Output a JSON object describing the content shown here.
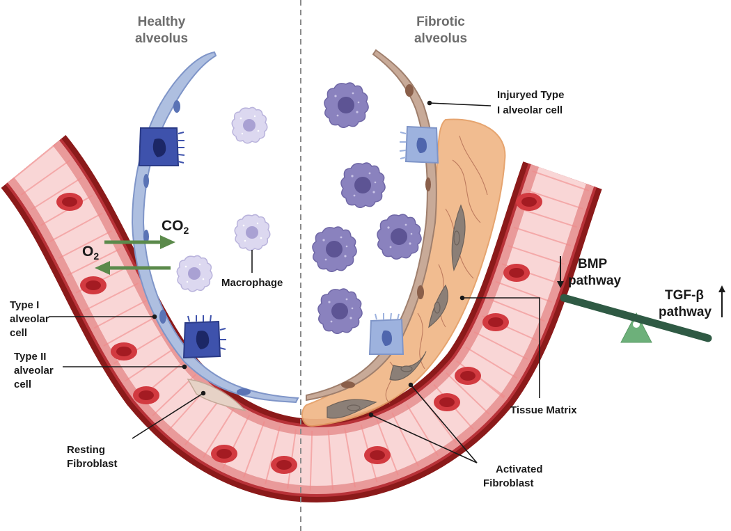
{
  "headers": {
    "healthy_line1": "Healthy",
    "healthy_line2": "alveolus",
    "fibrotic_line1": "Fibrotic",
    "fibrotic_line2": "alveolus"
  },
  "gases": {
    "co2": "CO",
    "co2_sub": "2",
    "o2": "O",
    "o2_sub": "2"
  },
  "labels": {
    "macrophage": "Macrophage",
    "type1_line1": "Type I",
    "type1_line2": "alveolar",
    "type1_line3": "cell",
    "type2_line1": "Type II",
    "type2_line2": "alveolar",
    "type2_line3": "cell",
    "resting_line1": "Resting",
    "resting_line2": "Fibroblast",
    "injured_line1": "Injuryed Type",
    "injured_line2": "I alveolar cell",
    "tissue_matrix": "Tissue Matrix",
    "activated_line1": "Activated",
    "activated_line2": "Fibroblast"
  },
  "balance": {
    "bmp_line1": "BMP",
    "bmp_line2": "pathway",
    "tgf_line1": "TGF-β",
    "tgf_line2": "pathway",
    "bmp_direction": "down",
    "tgf_direction": "up"
  },
  "colors": {
    "vessel_wall": "#8b1a1a",
    "vessel_lumen": "#f7cccc",
    "rbc": "#c62830",
    "type1_cell": "#aebfe0",
    "type2_cell": "#3a4fa8",
    "macrophage_light": "#d4d1ec",
    "macrophage_dark": "#7b72b0",
    "fibrotic_matrix": "#f0b787",
    "injured_cell": "#c8aa98",
    "arrow_green": "#5b8a4b",
    "seesaw_beam": "#2f5a44",
    "seesaw_pivot": "#6db07a"
  }
}
